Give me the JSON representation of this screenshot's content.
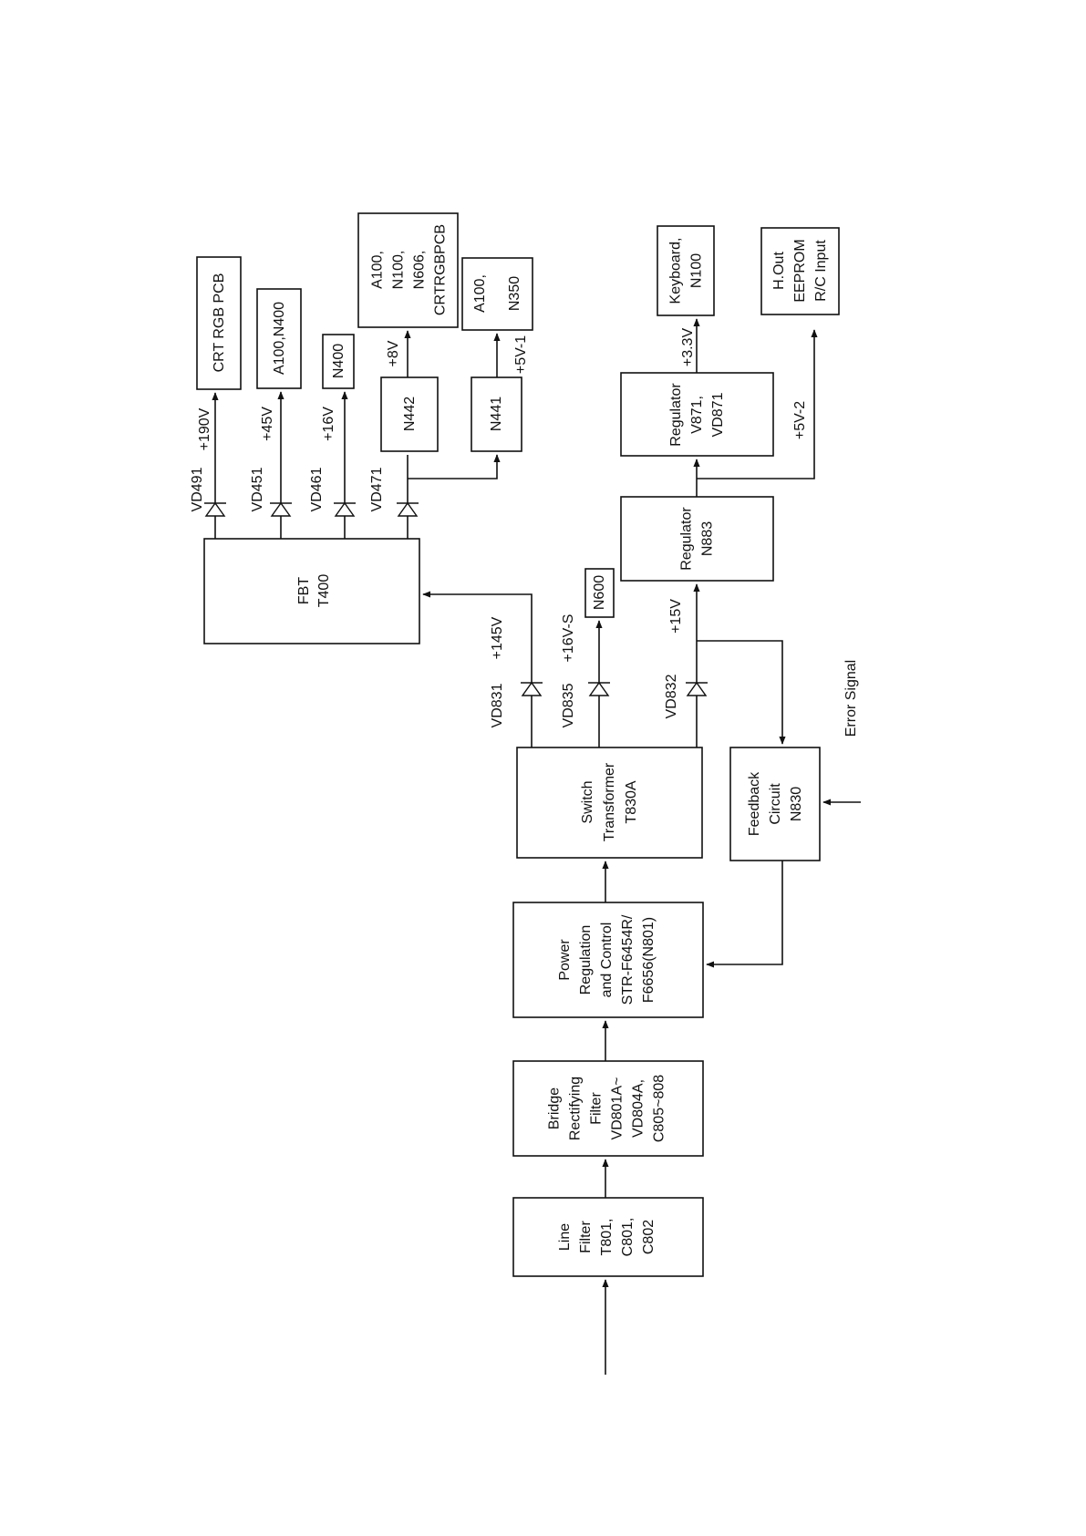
{
  "blocks": {
    "line_filter": [
      "Line",
      "Filter",
      "T801,",
      "C801,",
      "C802"
    ],
    "bridge": [
      "Bridge",
      "Rectifying",
      "Filter",
      "VD801A~",
      "VD804A,",
      "C805~808"
    ],
    "power": [
      "Power",
      "Regulation",
      "and Control",
      "STR-F6454R/",
      "F6656(N801)"
    ],
    "switch_transformer": [
      "Switch",
      "Transformer",
      "T830A"
    ],
    "feedback": [
      "Feedback",
      "Circuit",
      "N830"
    ],
    "fbt": [
      "FBT",
      "T400"
    ],
    "regulator_n883": [
      "Regulator",
      "N883"
    ],
    "regulator_v871": [
      "Regulator",
      "V871,",
      "VD871"
    ],
    "crt_rgb": [
      "CRT RGB PCB"
    ],
    "a100_n400": [
      "A100,N400"
    ],
    "n400": [
      "N400"
    ],
    "n442": [
      "N442"
    ],
    "n441": [
      "N441"
    ],
    "a100_n100": [
      "A100,",
      "N100,",
      "N606,",
      "CRTRGBPCB"
    ],
    "a100_n350": [
      "A100,",
      "N350"
    ],
    "n600": [
      "N600"
    ],
    "keyboard": [
      "Keyboard,",
      "N100"
    ],
    "hout": [
      "H.Out",
      "EEPROM",
      "R/C Input"
    ]
  },
  "diodes": {
    "vd491": "VD491",
    "vd451": "VD451",
    "vd461": "VD461",
    "vd471": "VD471",
    "vd831": "VD831",
    "vd835": "VD835",
    "vd832": "VD832"
  },
  "voltages": {
    "v190": "+190V",
    "v45": "+45V",
    "v16": "+16V",
    "v8": "+8V",
    "v5_1": "+5V-1",
    "v145": "+145V",
    "v16s": "+16V-S",
    "v15": "+15V",
    "v3_3": "+3.3V",
    "v5_2": "+5V-2"
  },
  "error_signal": "Error Signal"
}
